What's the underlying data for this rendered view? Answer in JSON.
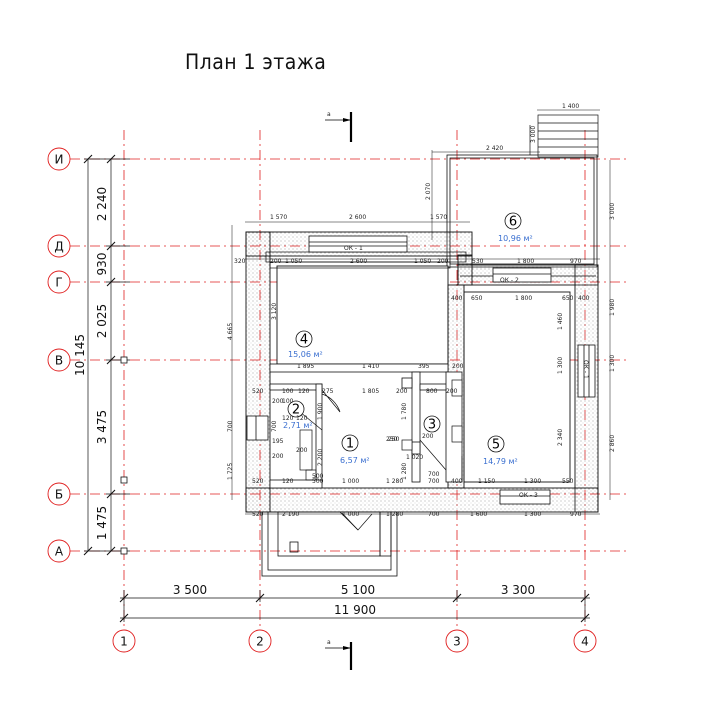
{
  "title": "План 1 этажа",
  "axes_letters": [
    "И",
    "Д",
    "Г",
    "В",
    "Б",
    "А"
  ],
  "axes_numbers": [
    "1",
    "2",
    "3",
    "4"
  ],
  "left_dims": [
    "2 240",
    "930",
    "2 025",
    "3 475",
    "1 475"
  ],
  "left_total": "10 145",
  "bottom_dims": [
    "3 500",
    "5 100",
    "3 300"
  ],
  "bottom_total": "11 900",
  "section_mark": "а",
  "rooms": [
    {
      "num": "1",
      "area": "6,57 м²"
    },
    {
      "num": "2",
      "area": "2,71 м²"
    },
    {
      "num": "3",
      "area": ""
    },
    {
      "num": "4",
      "area": "15,06 м²"
    },
    {
      "num": "5",
      "area": "14,79 м²"
    },
    {
      "num": "6",
      "area": "10,96 м²"
    }
  ],
  "window_marks": [
    "ОК - 1",
    "ОК - 2",
    "ОК - 3",
    "ОК - 1"
  ],
  "small_dims": {
    "top_ext": [
      "1 570",
      "2 600",
      "1 570"
    ],
    "top_int": [
      "320",
      "200",
      "1 050",
      "2 600",
      "1 050",
      "200",
      "530",
      "1 800",
      "970"
    ],
    "row2": [
      "400",
      "650",
      "1 800",
      "650",
      "400"
    ],
    "stairs": [
      "1 400",
      "2 420",
      "3 000",
      "3 000",
      "2 070"
    ],
    "right": [
      "1 980",
      "1 300",
      "2 860",
      "1 460",
      "2 340",
      "1 300"
    ],
    "mid1": [
      "1 895",
      "1 410",
      "395"
    ],
    "mid2": [
      "520",
      "100",
      "120",
      "275",
      "1 805",
      "200",
      "800",
      "200"
    ],
    "left_inner": [
      "4 665",
      "3 120",
      "1 725",
      "700",
      "1 900",
      "700",
      "1 780",
      "2 200",
      "1 280"
    ],
    "bottom_int": [
      "520",
      "120",
      "500",
      "1 000",
      "1 280",
      "700",
      "400",
      "1 150",
      "1 300",
      "550",
      "250"
    ],
    "bottom_ext": [
      "520",
      "2 190",
      "1 000",
      "1 280",
      "700",
      "1 600",
      "1 300",
      "970"
    ],
    "misc": [
      "250",
      "200",
      "200",
      "500",
      "200",
      "200",
      "700",
      "200",
      "120",
      "195",
      "100",
      "120",
      "1 020"
    ]
  }
}
